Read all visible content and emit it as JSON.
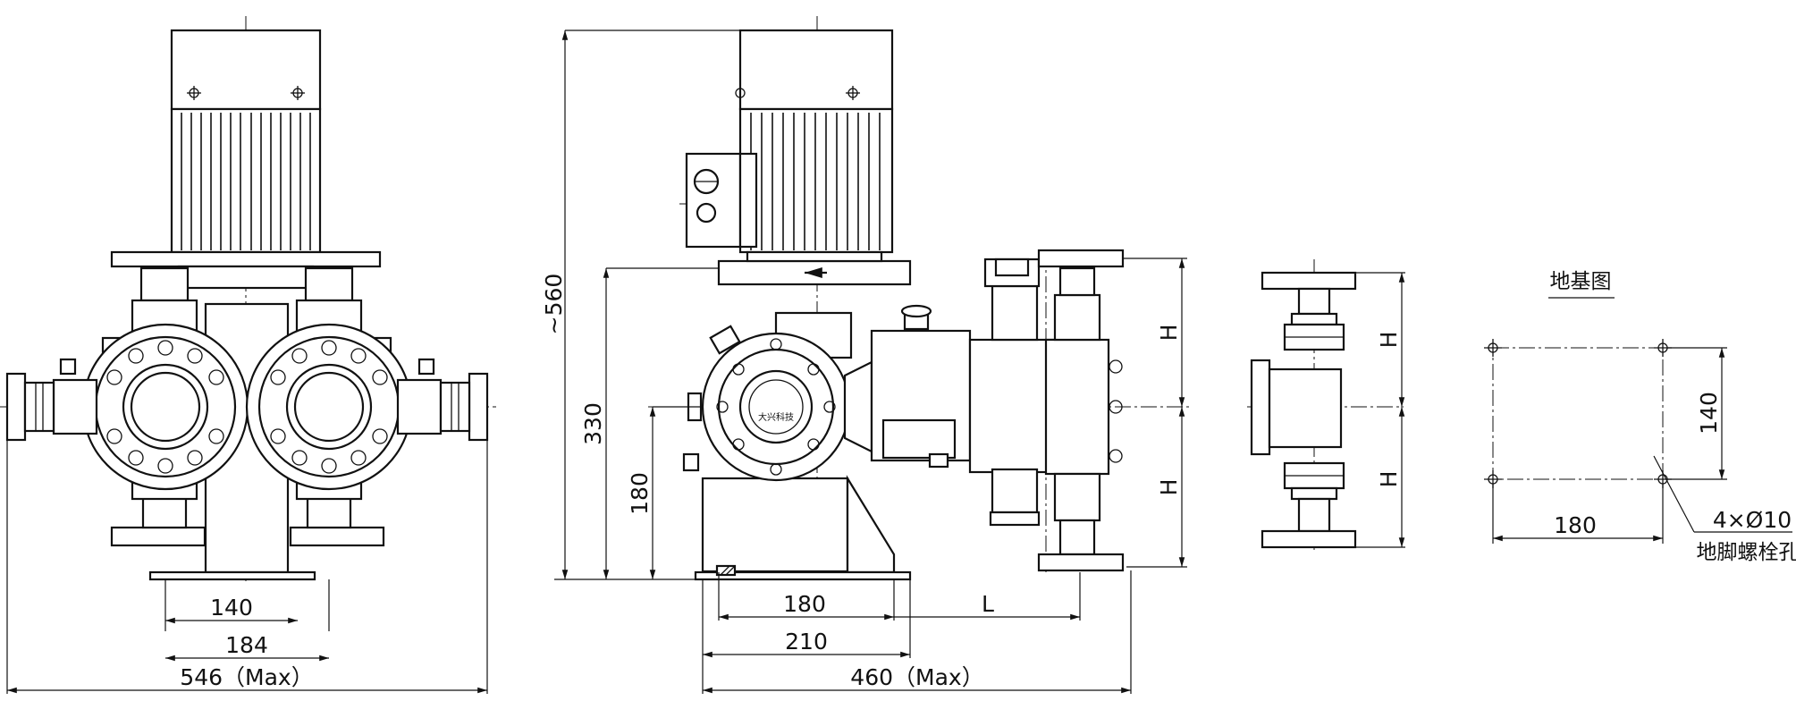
{
  "front_view": {
    "dim_inner": "140",
    "dim_mid": "184",
    "dim_overall": "546（Max）"
  },
  "side_view": {
    "dim_height_total": "~560",
    "dim_height_330": "330",
    "dim_height_180": "180",
    "dim_base_180": "180",
    "dim_L": "L",
    "dim_base_210": "210",
    "dim_overall": "460（Max）",
    "dim_H_upper": "H",
    "dim_H_lower": "H",
    "pump_badge": "大兴科技"
  },
  "valve_view": {
    "dim_H_upper": "H",
    "dim_H_lower": "H"
  },
  "foundation_plan": {
    "title": "地基图",
    "dim_width": "180",
    "dim_height": "140",
    "hole_spec": "4×Ø10",
    "hole_label": "地脚螺栓孔"
  }
}
